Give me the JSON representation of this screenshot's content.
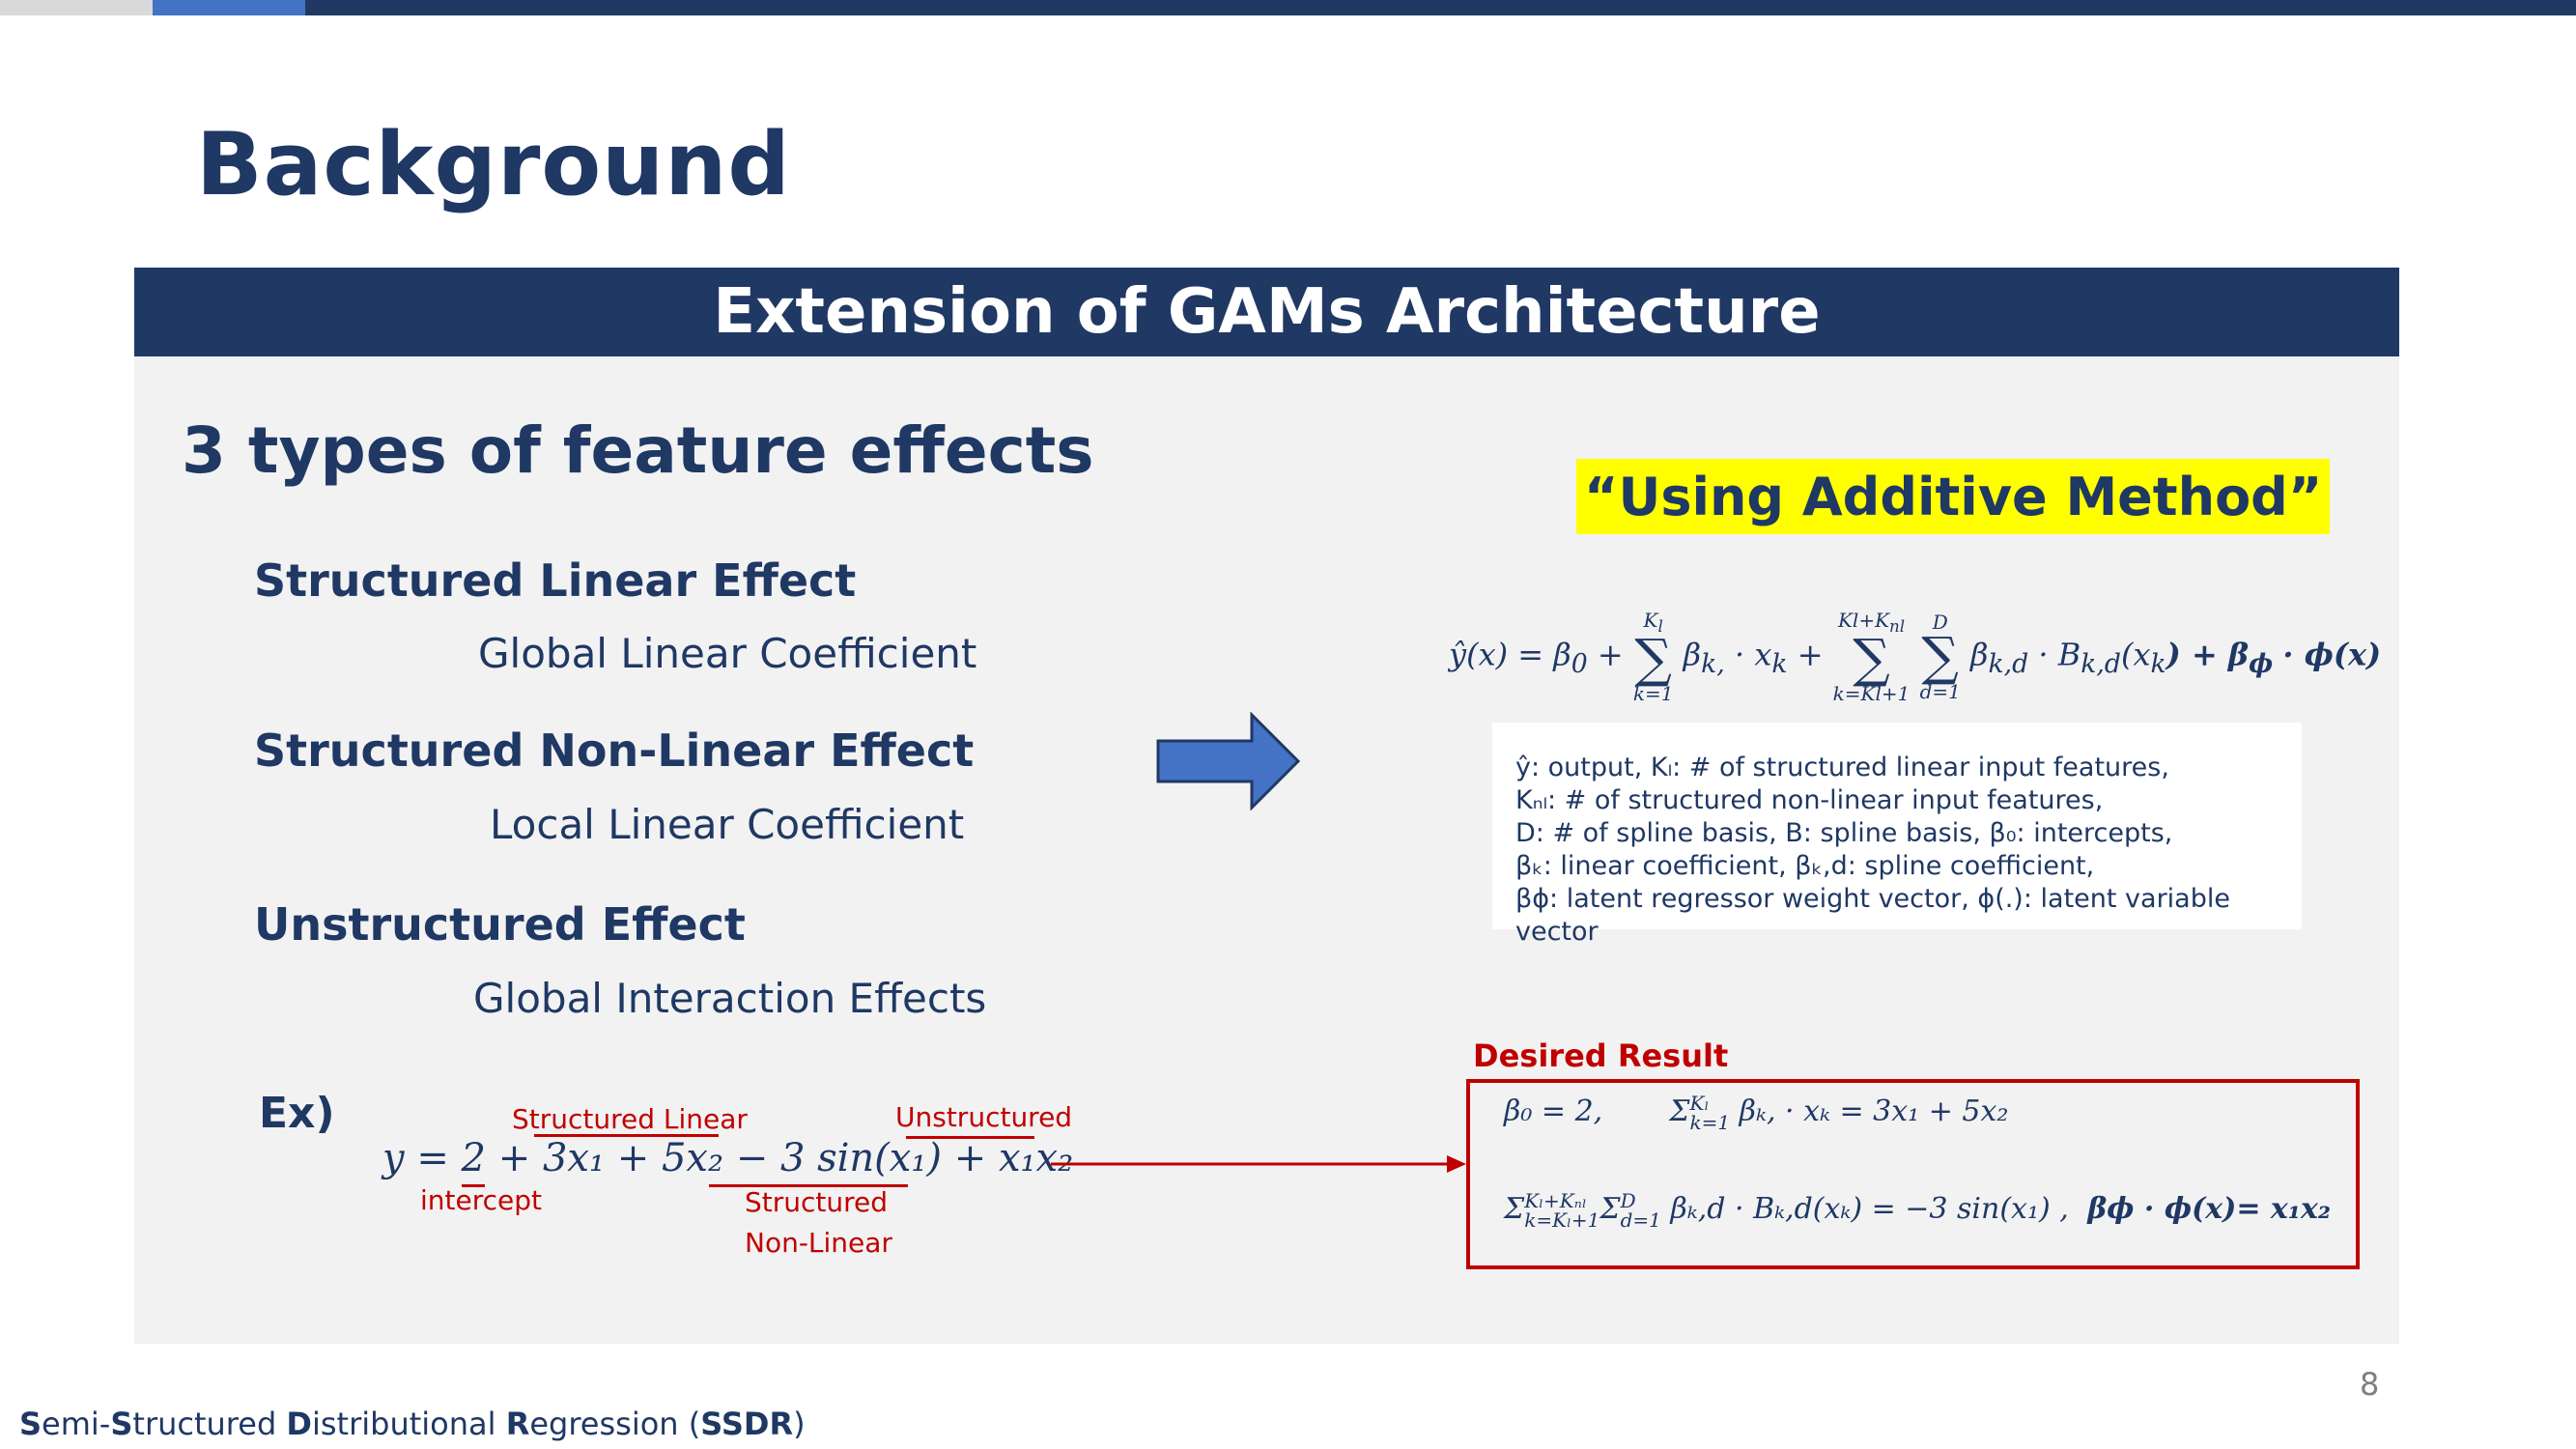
{
  "slide": {
    "title": "Background",
    "banner": "Extension of GAMs Architecture",
    "subtitle": "3 types of feature effects",
    "highlight": "“Using Additive Method”",
    "page_number": "8",
    "colors": {
      "navy": "#1f3864",
      "accent_blue": "#4472c4",
      "highlight": "#ffff00",
      "red": "#c00000",
      "panel": "#f2f2f2"
    }
  },
  "effects": [
    {
      "name": "Structured Linear Effect",
      "desc": "Global Linear Coefficient"
    },
    {
      "name": "Structured Non-Linear Effect",
      "desc": "Local Linear Coefficient"
    },
    {
      "name": "Unstructured Effect",
      "desc": "Global Interaction Effects"
    }
  ],
  "formula": {
    "lhs": "ŷ(x) = β",
    "beta0_sub": "0",
    "plus": "+",
    "sum1_top": "K",
    "sum1_top_sub": "l",
    "sum1_bottom": "k=1",
    "term1": "β",
    "term1_sub": "k,",
    "term1_rest": "· x",
    "term1_xsub": "k",
    "sum2_top": "K",
    "sum2_top_rest": "l+K",
    "sum2_top_sub": "nl",
    "sum2_bottom": "k=K",
    "sum2_bottom_rest": "l+1",
    "sum3_top": "D",
    "sum3_bottom": "d=1",
    "term2": "β",
    "term2_sub": "k,d",
    "term2_mid": "· B",
    "term2_bsub": "k,d",
    "term2_rest": "(x",
    "term2_xsub": "k",
    "term2_end": ") + β",
    "phi_sub": "ϕ",
    "phi_rest": "· ϕ(x)"
  },
  "legend_lines": [
    "ŷ: output, Kₗ: # of structured linear input features,",
    "Kₙₗ: # of structured non-linear input features,",
    "D: # of spline basis, B: spline basis, β₀: intercepts,",
    "βₖ: linear coefficient, βₖ,d: spline coefficient,",
    "βϕ: latent regressor weight vector, ϕ(.): latent variable vector"
  ],
  "example": {
    "label": "Ex)",
    "equation_parts": [
      "y = ",
      "2",
      " + ",
      "3x₁ + 5x₂",
      " − ",
      "3 sin(x₁)",
      " + ",
      "x₁x₂"
    ],
    "labels": {
      "structured_linear": "Structured Linear",
      "unstructured": "Unstructured",
      "intercept": "intercept",
      "structured_nonlinear_1": "Structured",
      "structured_nonlinear_2": "Non-Linear"
    }
  },
  "result": {
    "title": "Desired Result",
    "line1_a": "β₀ = 2,",
    "line1_b": "Σ",
    "line1_b_sup": "Kₗ",
    "line1_b_sub": "k=1",
    "line1_c": "βₖ, · xₖ = 3x₁ + 5x₂",
    "line2_a": "Σ",
    "line2_a_sup": "Kₗ+Kₙₗ",
    "line2_a_sub": "k=Kₗ+1",
    "line2_b": "Σ",
    "line2_b_sup": "D",
    "line2_b_sub": "d=1",
    "line2_c": "βₖ,d · Bₖ,d(xₖ) = −3 sin(x₁) ,",
    "line2_d": "βϕ · ϕ(x)= x₁x₂"
  },
  "footer": {
    "parts": [
      {
        "text": "S",
        "bold": true
      },
      {
        "text": "emi-",
        "bold": false
      },
      {
        "text": "S",
        "bold": true
      },
      {
        "text": "tructured ",
        "bold": false
      },
      {
        "text": "D",
        "bold": true
      },
      {
        "text": "istributional ",
        "bold": false
      },
      {
        "text": "R",
        "bold": true
      },
      {
        "text": "egression (",
        "bold": false
      },
      {
        "text": "SSDR",
        "bold": true
      },
      {
        "text": ")",
        "bold": false
      }
    ]
  },
  "icons": {
    "arrow": "right-arrow-icon",
    "connector": "red-arrow-icon"
  }
}
